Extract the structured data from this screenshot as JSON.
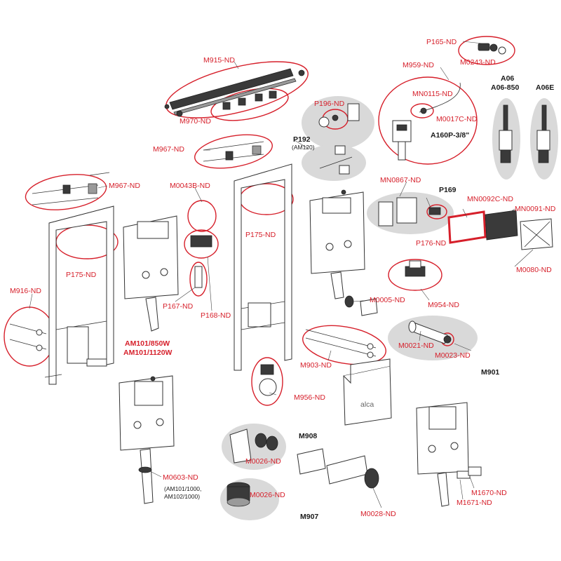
{
  "brand": "alca",
  "labels": {
    "p165": "P165-ND",
    "m0243": "M0243-ND",
    "m915": "M915-ND",
    "m959": "M959-ND",
    "mn0115": "MN0115-ND",
    "m0017c": "M0017C-ND",
    "a160p": "A160P-3/8\"",
    "a06": "A06",
    "a06_850": "A06-850",
    "a06e": "A06E",
    "p196": "P196-ND",
    "m970": "M970-ND",
    "p192": "P192",
    "p192_sub": "(AM120)",
    "m967_top": "M967-ND",
    "m967_left": "M967-ND",
    "m0043b": "M0043B-ND",
    "mn0867": "MN0867-ND",
    "p169": "P169",
    "mn0092c": "MN0092C-ND",
    "mn0091": "MN0091-ND",
    "p175_mid": "P175-ND",
    "p175_left": "P175-ND",
    "p176": "P176-ND",
    "m0080": "M0080-ND",
    "m954": "M954-ND",
    "m916": "M916-ND",
    "p167": "P167-ND",
    "p168": "P168-ND",
    "m0005": "M0005-ND",
    "m0021": "M0021-ND",
    "m0023": "M0023-ND",
    "m901": "M901",
    "am101_850w": "AM101/850W",
    "am101_1120w": "AM101/1120W",
    "m903": "M903-ND",
    "m956": "M956-ND",
    "m908": "M908",
    "m0026_a": "M0026-ND",
    "m0026_b": "M0026-ND",
    "m907": "M907",
    "m0603": "M0603-ND",
    "m0603_sub1": "(AM101/1000,",
    "m0603_sub2": "AM102/1000)",
    "m0028": "M0028-ND",
    "m1670": "M1670-ND",
    "m1671": "M1671-ND"
  },
  "colors": {
    "accent_red": "#d61f2a",
    "label_black": "#1a1a1a",
    "highlight_gray": "#d9d9d9"
  }
}
